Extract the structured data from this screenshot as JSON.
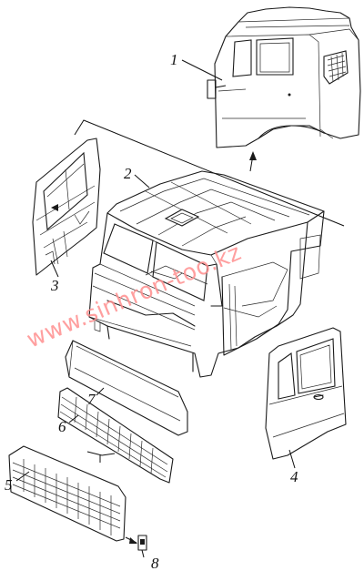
{
  "figure": {
    "callouts": {
      "c1": "1",
      "c2": "2",
      "c3": "3",
      "c4": "4",
      "c5": "5",
      "c6": "6",
      "c7": "7",
      "c8": "8"
    },
    "watermark": "www.sinhron-too.kz",
    "colors": {
      "line": "#1a1a1a",
      "watermark": "#ff8e8e",
      "background": "#ffffff"
    }
  }
}
